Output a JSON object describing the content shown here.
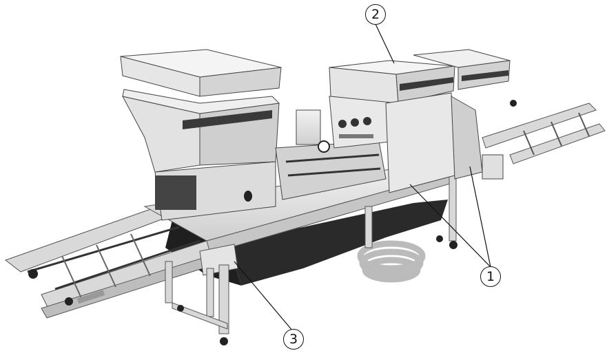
{
  "image": {
    "background": "#ffffff",
    "subject": "seeding machine"
  },
  "callouts": [
    {
      "id": "c1",
      "label": "1"
    },
    {
      "id": "c2",
      "label": "2"
    },
    {
      "id": "c3",
      "label": "3"
    }
  ]
}
